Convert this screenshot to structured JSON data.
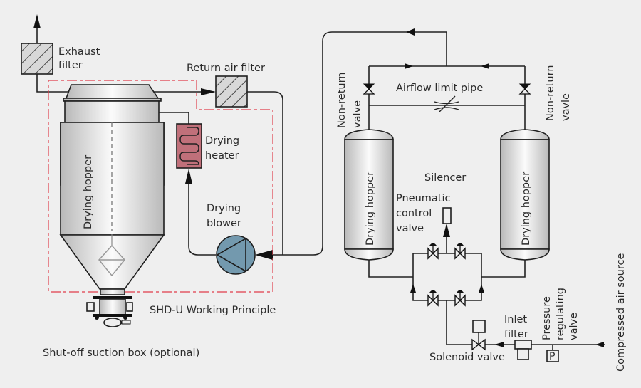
{
  "diagram": {
    "title": "SHD-U Working Principle",
    "colors": {
      "background": "#efefef",
      "boundary_dashed": "#e0404e",
      "heater_fill": "#c0707a",
      "blower_fill": "#7399ae",
      "filter_fill": "#d8d8d8",
      "line": "#222222"
    },
    "labels": {
      "exhaust_filter_line1": "Exhaust",
      "exhaust_filter_line2": "filter",
      "return_air_filter": "Return air filter",
      "drying_heater_line1": "Drying",
      "drying_heater_line2": "heater",
      "drying_blower_line1": "Drying",
      "drying_blower_line2": "blower",
      "drying_hopper_main": "Drying hopper",
      "shutoff_box": "Shut-off suction box (optional)",
      "airflow_limit_pipe": "Airflow limit pipe",
      "non_return_left_line1": "Non-return",
      "non_return_left_line2": "valve",
      "non_return_right_line1": "Non-return",
      "non_return_right_line2": "vavle",
      "drying_hopper_left": "Drying hopper",
      "drying_hopper_right": "Drying hopper",
      "silencer": "Silencer",
      "pneumatic_line1": "Pneumatic",
      "pneumatic_line2": "control",
      "pneumatic_line3": "valve",
      "inlet_filter_line1": "Inlet",
      "inlet_filter_line2": "filter",
      "pressure_line1": "Pressure",
      "pressure_line2": "regulating",
      "pressure_line3": "valve",
      "pressure_gauge_letter": "P",
      "solenoid_valve": "Solenoid valve",
      "compressed_air_source": "Compressed air source"
    }
  }
}
